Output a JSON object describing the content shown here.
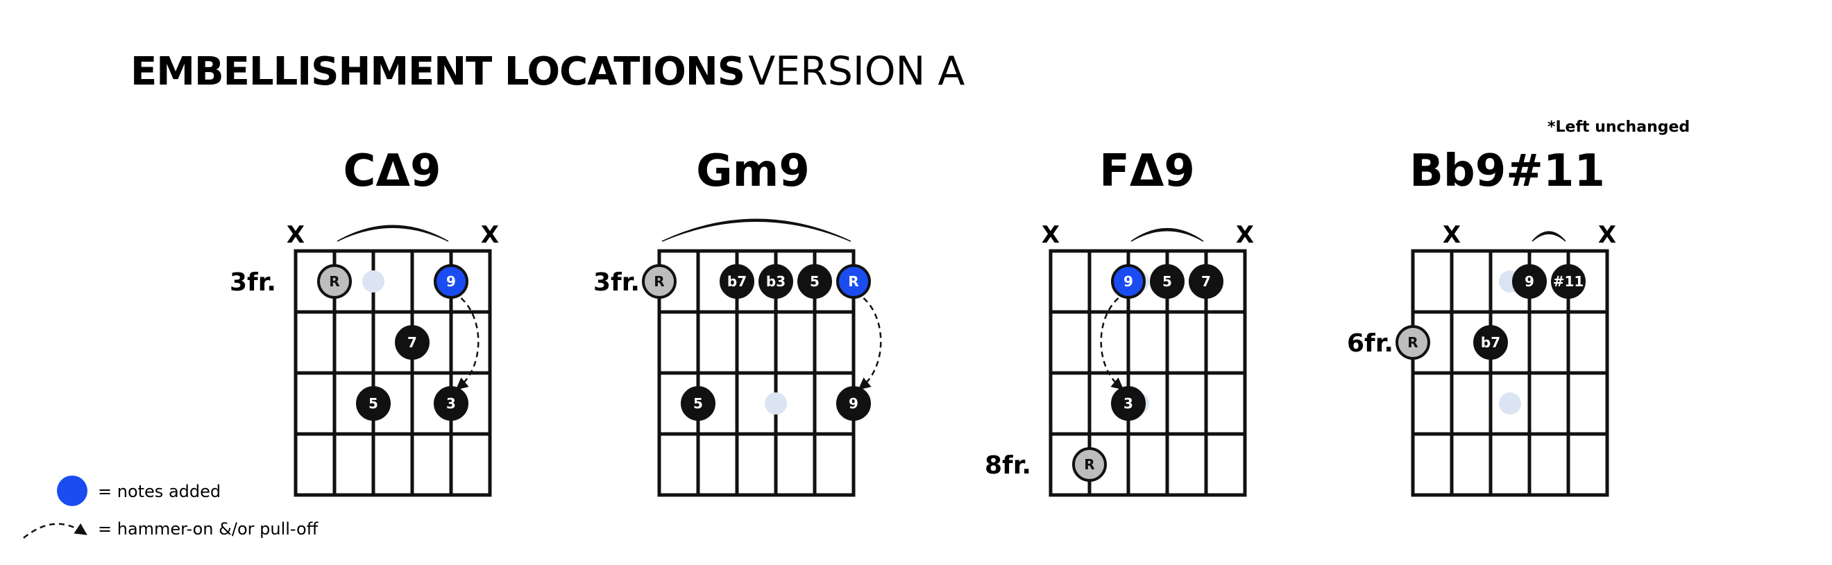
{
  "title": {
    "bold": "EMBELLISHMENT LOCATIONS",
    "light": "VERSION A"
  },
  "footnote": "*Left unchanged",
  "colors": {
    "added": "#1a4cf2",
    "root": "#bdbdbd",
    "note": "#111111",
    "ghost": "#dbe4f2",
    "line": "#111111"
  },
  "legend": {
    "added_label": "= notes added",
    "hammer_label": "= hammer-on &/or pull-off"
  },
  "chords": [
    {
      "name": "CΔ9",
      "fret_label": "3fr.",
      "fret_label_row": 1,
      "muted": [
        1,
        6
      ],
      "slur": [
        2,
        5
      ],
      "notes": [
        {
          "string": 2,
          "fret": 1,
          "label": "R",
          "kind": "root"
        },
        {
          "string": 5,
          "fret": 1,
          "label": "9",
          "kind": "added"
        },
        {
          "string": 4,
          "fret": 2,
          "label": "7",
          "kind": "note"
        },
        {
          "string": 3,
          "fret": 3,
          "label": "5",
          "kind": "note"
        },
        {
          "string": 5,
          "fret": 3,
          "label": "3",
          "kind": "note"
        }
      ],
      "ghosts": [
        {
          "string": 3,
          "fret": 1
        },
        {
          "string": 3,
          "fret": 3
        }
      ],
      "hammer": {
        "from": [
          5,
          1
        ],
        "to": [
          5,
          3
        ],
        "bulge": "right"
      }
    },
    {
      "name": "Gm9",
      "fret_label": "3fr.",
      "fret_label_row": 1,
      "muted": [],
      "slur": [
        1,
        6
      ],
      "notes": [
        {
          "string": 1,
          "fret": 1,
          "label": "R",
          "kind": "root"
        },
        {
          "string": 3,
          "fret": 1,
          "label": "b7",
          "kind": "note"
        },
        {
          "string": 4,
          "fret": 1,
          "label": "b3",
          "kind": "note"
        },
        {
          "string": 5,
          "fret": 1,
          "label": "5",
          "kind": "note"
        },
        {
          "string": 6,
          "fret": 1,
          "label": "R",
          "kind": "added"
        },
        {
          "string": 2,
          "fret": 3,
          "label": "5",
          "kind": "note"
        },
        {
          "string": 6,
          "fret": 3,
          "label": "9",
          "kind": "note"
        }
      ],
      "ghosts": [
        {
          "string": 4,
          "fret": 3
        },
        {
          "string": 3,
          "fret": 1
        }
      ],
      "hammer": {
        "from": [
          6,
          1
        ],
        "to": [
          6,
          3
        ],
        "bulge": "right"
      }
    },
    {
      "name": "FΔ9",
      "fret_label": "8fr.",
      "fret_label_row": 4,
      "muted": [
        1,
        6
      ],
      "slur": [
        3,
        5
      ],
      "notes": [
        {
          "string": 3,
          "fret": 1,
          "label": "9",
          "kind": "added"
        },
        {
          "string": 4,
          "fret": 1,
          "label": "5",
          "kind": "note"
        },
        {
          "string": 5,
          "fret": 1,
          "label": "7",
          "kind": "note"
        },
        {
          "string": 3,
          "fret": 3,
          "label": "3",
          "kind": "note"
        },
        {
          "string": 2,
          "fret": 4,
          "label": "R",
          "kind": "root"
        }
      ],
      "ghosts": [
        {
          "string": 3,
          "fret": 3,
          "dx": 0.5
        },
        {
          "string": 3,
          "fret": 1,
          "dx": 0.5
        }
      ],
      "hammer": {
        "from": [
          3,
          1
        ],
        "to": [
          3,
          3
        ],
        "bulge": "left"
      }
    },
    {
      "name": "Bb9#11",
      "fret_label": "6fr.",
      "fret_label_row": 2,
      "muted": [
        2,
        6
      ],
      "slur": [
        4,
        5
      ],
      "notes": [
        {
          "string": 4,
          "fret": 1,
          "label": "9",
          "kind": "note"
        },
        {
          "string": 5,
          "fret": 1,
          "label": "#11",
          "kind": "note"
        },
        {
          "string": 1,
          "fret": 2,
          "label": "R",
          "kind": "root"
        },
        {
          "string": 3,
          "fret": 2,
          "label": "b7",
          "kind": "note"
        }
      ],
      "ghosts": [
        {
          "string": 3.5,
          "fret": 1
        },
        {
          "string": 3.5,
          "fret": 3
        }
      ],
      "hammer": null
    }
  ]
}
